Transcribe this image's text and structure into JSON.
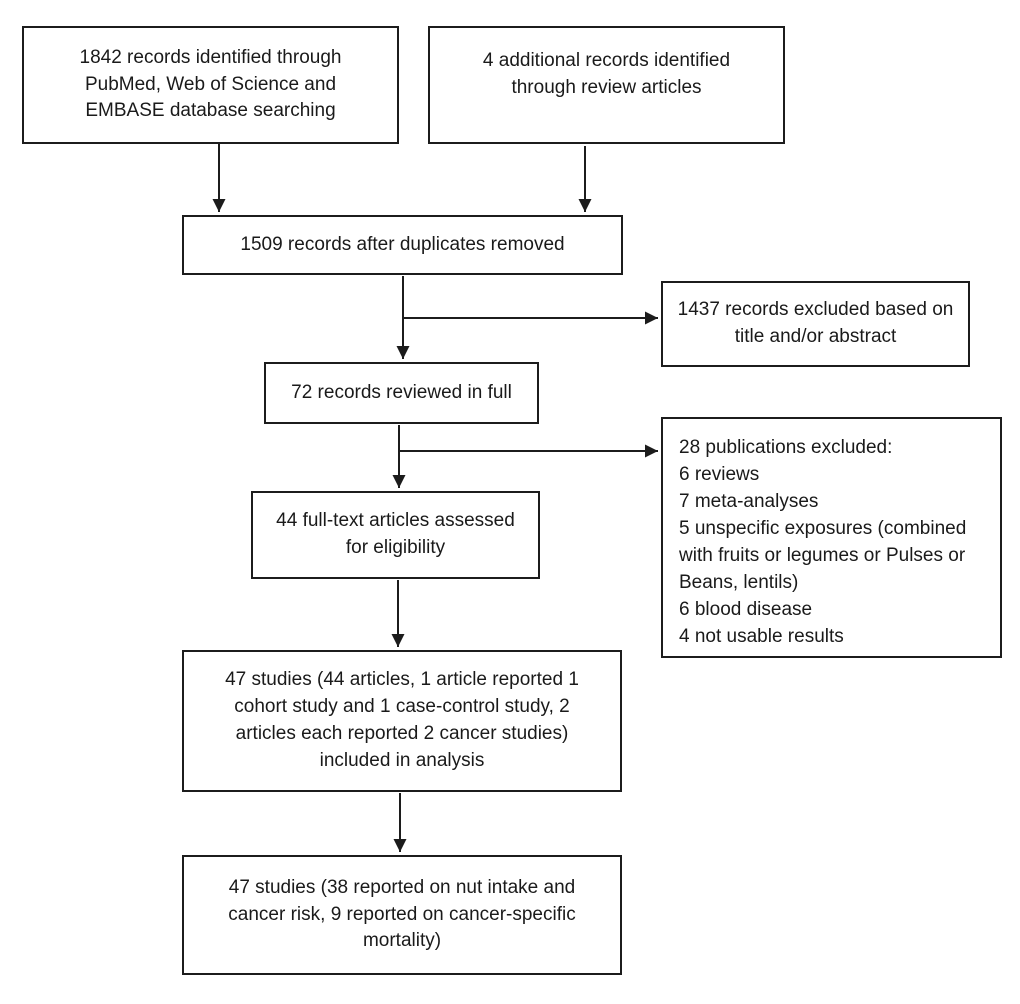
{
  "flowchart": {
    "nodes": {
      "identified": "1842 records identified through PubMed, Web of Science and EMBASE database searching",
      "additional": "4 additional records identified through review articles",
      "deduplicated": "1509 records after duplicates removed",
      "excluded_abstract": "1437 records excluded based on title and/or abstract",
      "reviewed_full": "72 records reviewed in full",
      "excluded_publications": {
        "lines": [
          "28 publications excluded:",
          "6 reviews",
          "7 meta-analyses",
          "5 unspecific exposures (combined with fruits or legumes or Pulses or Beans, lentils)",
          "6 blood disease",
          "4 not usable results"
        ]
      },
      "assessed": "44 full-text articles assessed for eligibility",
      "included": "47 studies (44 articles, 1 article reported 1 cohort study and 1 case-control study, 2 articles each reported 2 cancer studies) included in analysis",
      "final": "47 studies (38 reported on nut intake and cancer risk, 9 reported on cancer-specific mortality)"
    },
    "counts": {
      "records_identified": 1842,
      "additional_records": 4,
      "after_duplicates": 1509,
      "excluded_title_abstract": 1437,
      "reviewed_in_full": 72,
      "publications_excluded": 28,
      "full_text_assessed": 44,
      "studies_included": 47,
      "reported_nut_intake_cancer_risk": 38,
      "reported_cancer_specific_mortality": 9
    }
  }
}
